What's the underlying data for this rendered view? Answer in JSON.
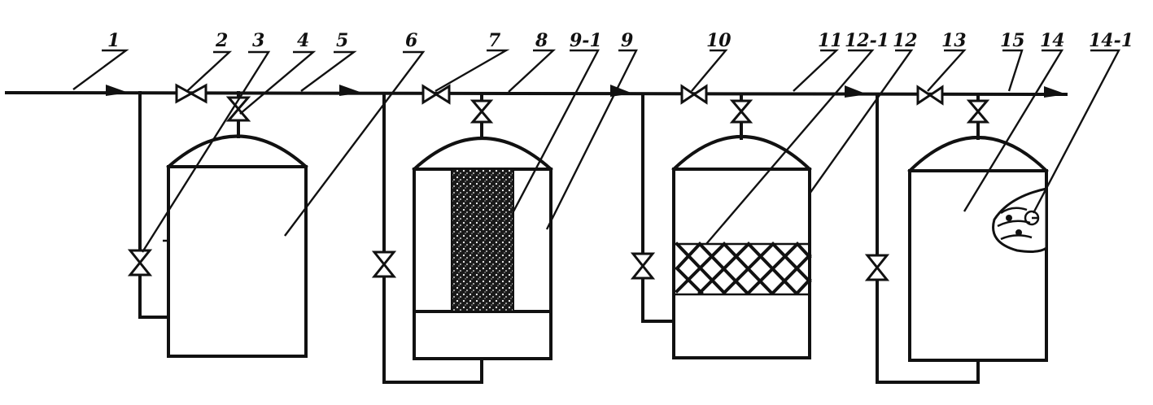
{
  "labels": {
    "l1": "1",
    "l2": "2",
    "l3": "3",
    "l4": "4",
    "l5": "5",
    "l6": "6",
    "l7": "7",
    "l8": "8",
    "l9_1": "9-1",
    "l9": "9",
    "l10": "10",
    "l11": "11",
    "l12_1": "12-1",
    "l12": "12",
    "l13": "13",
    "l15": "15",
    "l14": "14",
    "l14_1": "14-1"
  }
}
